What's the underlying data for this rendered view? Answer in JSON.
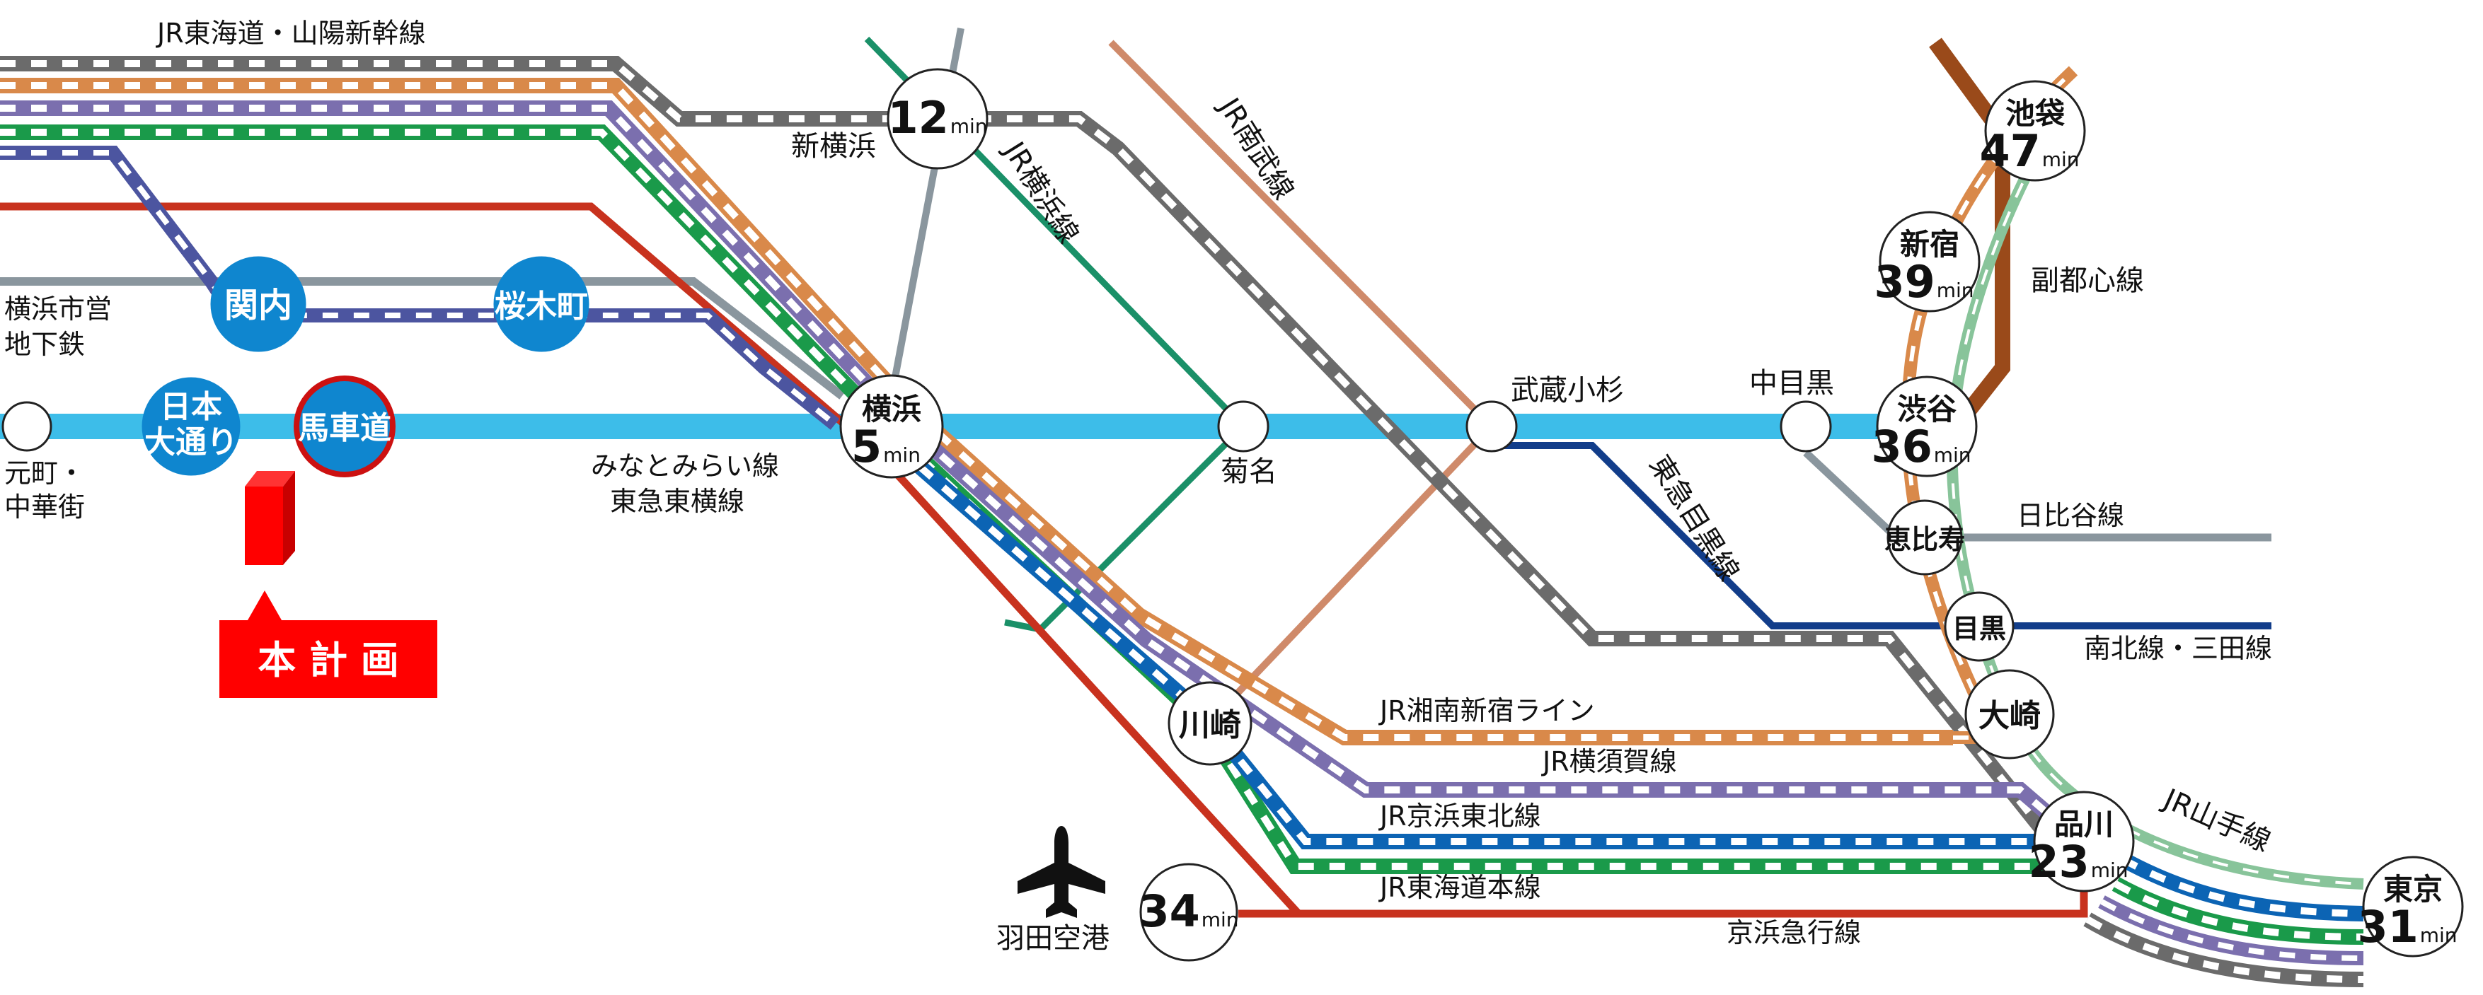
{
  "title": "本計画 アクセスマップ",
  "colors": {
    "shinkansen": "#6b6b6b",
    "shonan_shinjuku": "#d9894a",
    "yokosuka": "#7b6fae",
    "tokaido": "#1a9a4a",
    "keihin_tohoku": "#0c64b4",
    "yamanote": "#88c49a",
    "blue_subway": "#4c55a0",
    "keikyu": "#c8321e",
    "yokohama_municipal_subway_gray": "#8a969e",
    "minatomirai": "#3dbde9",
    "yokohama_line": "#1a9068",
    "nambu": "#cf8a6a",
    "meguro_line": "#123d8a",
    "fukutoshin": "#9a4a1a",
    "hibiya": "#8a969e",
    "station_blue": "#0f86cf",
    "plan_red": "#ff0000",
    "highlight_ring": "#cc1111"
  },
  "unit": "min",
  "lines": {
    "shinkansen": "JR東海道・山陽新幹線",
    "yokohama_line": "JR横浜線",
    "nambu": "JR南武線",
    "municipal_subway": "横浜市営\n地下鉄",
    "municipal_subway_l1": "横浜市営",
    "municipal_subway_l2": "地下鉄",
    "minatomirai_l1": "みなとみらい線",
    "minatomirai_l2": "東急東横線",
    "meguro_line": "東急目黒線",
    "fukutoshin": "副都心線",
    "hibiya": "日比谷線",
    "namboku_mita": "南北線・三田線",
    "shonan_shinjuku": "JR湘南新宿ライン",
    "yokosuka": "JR横須賀線",
    "keihin_tohoku": "JR京浜東北線",
    "tokaido": "JR東海道本線",
    "keikyu": "京浜急行線",
    "yamanote": "JR山手線"
  },
  "stations": {
    "shin_yokohama": {
      "name": "新横浜",
      "minutes": "12"
    },
    "yokohama": {
      "name": "横浜",
      "minutes": "5"
    },
    "kikuna": {
      "name": "菊名"
    },
    "musashikosugi": {
      "name": "武蔵小杉"
    },
    "nakameguro": {
      "name": "中目黒"
    },
    "shibuya": {
      "name": "渋谷",
      "minutes": "36"
    },
    "shinjuku": {
      "name": "新宿",
      "minutes": "39"
    },
    "ikebukuro": {
      "name": "池袋",
      "minutes": "47"
    },
    "ebisu": {
      "name": "恵比寿"
    },
    "meguro": {
      "name": "目黒"
    },
    "osaki": {
      "name": "大崎"
    },
    "shinagawa": {
      "name": "品川",
      "minutes": "23"
    },
    "tokyo": {
      "name": "東京",
      "minutes": "31"
    },
    "kawasaki": {
      "name": "川崎"
    },
    "haneda": {
      "name": "羽田空港",
      "minutes": "34"
    },
    "kannai": {
      "name": "関内"
    },
    "sakuragicho": {
      "name": "桜木町"
    },
    "nihon_odori_l1": {
      "name": "日本"
    },
    "nihon_odori_l2": {
      "name": "大通り"
    },
    "bashamichi": {
      "name": "馬車道"
    },
    "motomachi_l1": {
      "name": "元町・"
    },
    "motomachi_l2": {
      "name": "中華街"
    }
  },
  "plan_label": "本 計 画",
  "icons": {
    "airport": "airplane-icon",
    "building": "building-icon"
  }
}
